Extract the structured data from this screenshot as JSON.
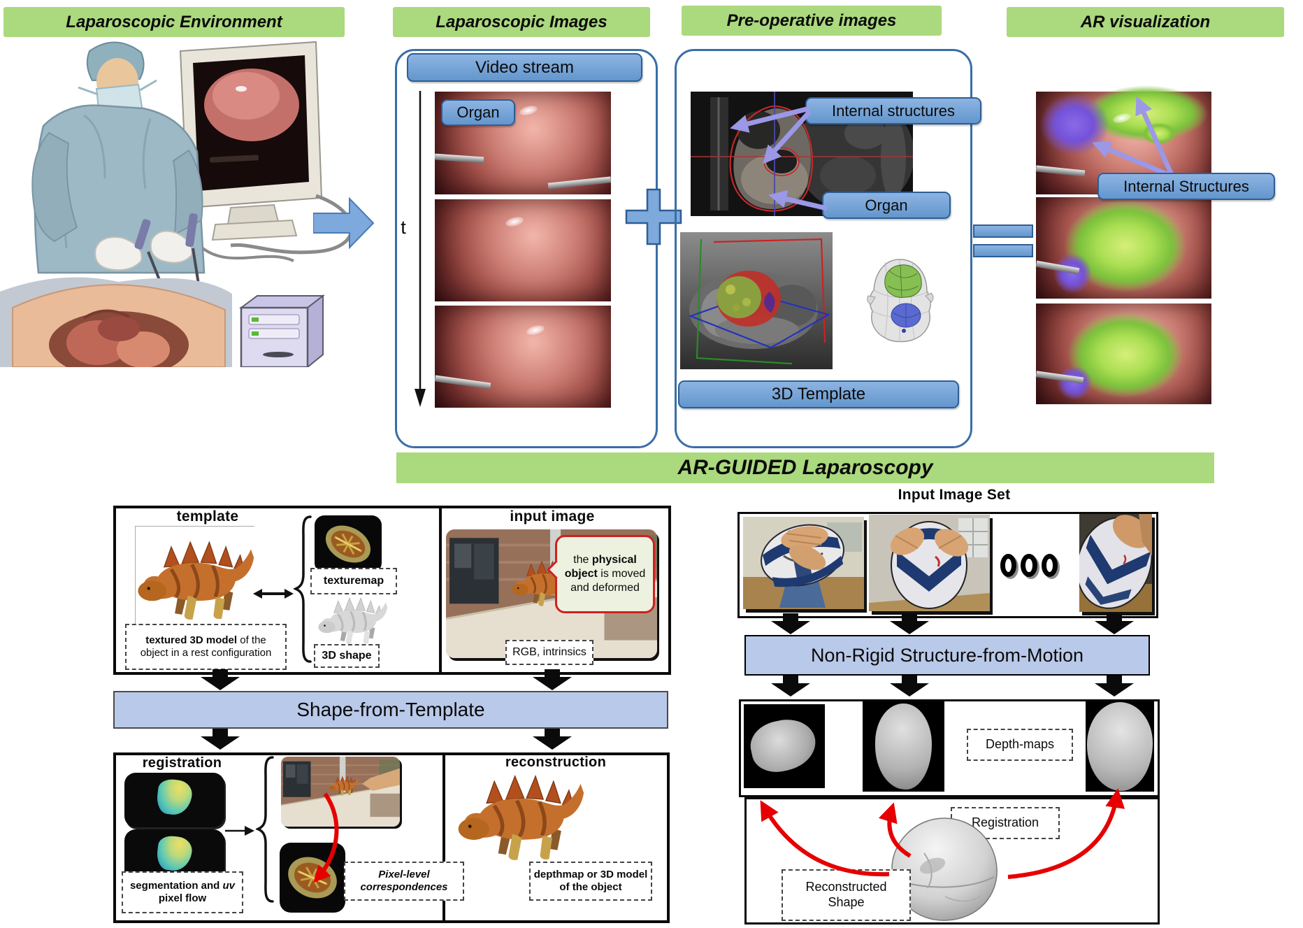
{
  "colors": {
    "header_green": "#abd97e",
    "label_blue": "#6f9fd4",
    "label_blue_border": "#2d5e96",
    "process_banner_blue": "#b9c9e9",
    "panel_border_blue": "#3a6ea5",
    "arrow_red": "#e60000",
    "arrow_purple": "#9b98e8",
    "arrow_blue": "#7da9dc"
  },
  "headers": {
    "environment": "Laparoscopic Environment",
    "images": "Laparoscopic Images",
    "preoperative": "Pre-operative images",
    "ar": "AR visualization"
  },
  "video": {
    "title": "Video stream",
    "organ": "Organ",
    "t": "t"
  },
  "preop": {
    "internal": "Internal structures",
    "organ": "Organ",
    "template3d": "3D Template"
  },
  "ar": {
    "internal": "Internal Structures"
  },
  "banner": {
    "title": "AR-GUIDED Laparoscopy"
  },
  "sft": {
    "template_title": "template",
    "texturemap": "texturemap",
    "shape3d": "3D shape",
    "note_bold": "textured 3D model",
    "note_rest": " of the object in a rest configuration",
    "input_title": "input image",
    "bubble_pre": "the ",
    "bubble_bold": "physical object",
    "bubble_post": " is moved and deformed",
    "rgb": "RGB, intrinsics",
    "banner": "Shape-from-Template",
    "registration_title": "registration",
    "seg_pre": "segmentation and ",
    "seg_uv": "uv",
    "seg_post": " pixel flow",
    "pixel_level": "Pixel-level correspondences",
    "reconstruction_title": "reconstruction",
    "depth_note": "depthmap or 3D model of the object"
  },
  "nrsfm": {
    "title": "Input Image Set",
    "ellipsis_icon": "ellipsis-dots",
    "banner": "Non-Rigid Structure-from-Motion",
    "depth_maps": "Depth-maps",
    "registration": "Registration",
    "reconstructed": "Reconstructed Shape"
  }
}
